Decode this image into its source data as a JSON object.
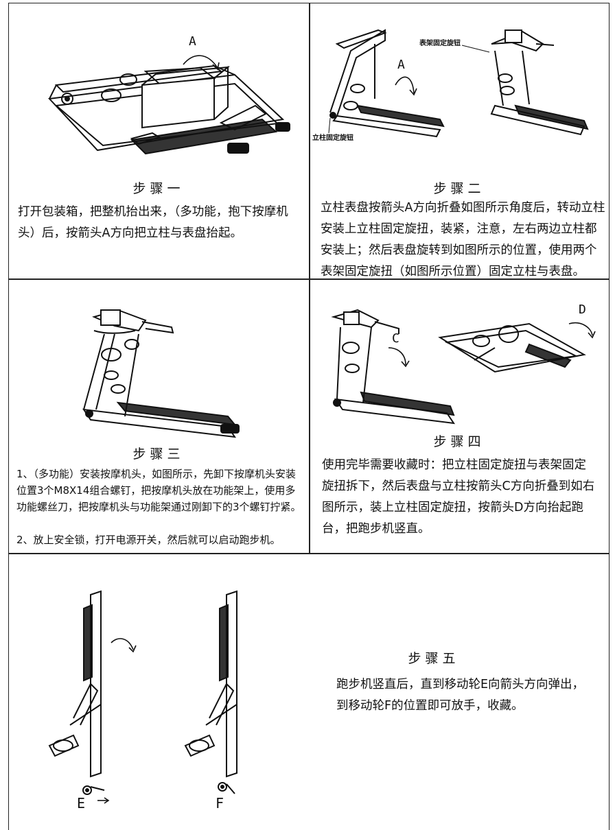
{
  "steps": {
    "step1": {
      "title": "步骤一",
      "text": "打开包装箱，把整机抬出来，（多功能，抱下按摩机头）后，按箭头A方向把立柱与表盘抬起。",
      "arrow_label": "A"
    },
    "step2": {
      "title": "步骤二",
      "text": "立柱表盘按箭头A方向折叠如图所示角度后，转动立柱安装上立柱固定旋扭，装紧，注意，左右两边立柱都安装上；然后表盘旋转到如图所示的位置，使用两个表架固定旋扭（如图所示位置）固定立柱与表盘。",
      "arrow_label": "A",
      "callout_console": "表架固定旋钮",
      "callout_column": "立柱固定旋钮"
    },
    "step3": {
      "title": "步骤三",
      "line1": "1、（多功能）安装按摩机头，如图所示，先卸下按摩机头安装位置3个M8X14组合螺钉，把按摩机头放在功能架上，使用多功能螺丝刀，把按摩机头与功能架通过刚卸下的3个螺钉拧紧。",
      "line2": "2、放上安全锁，打开电源开关，然后就可以启动跑步机。"
    },
    "step4": {
      "title": "步骤四",
      "text": "使用完毕需要收藏时：把立柱固定旋扭与表架固定旋扭拆下，然后表盘与立柱按箭头C方向折叠到如右图所示，装上立柱固定旋扭，按箭头D方向抬起跑台，把跑步机竖直。",
      "arrow_c": "C",
      "arrow_d": "D"
    },
    "step5": {
      "title": "步骤五",
      "text": "跑步机竖直后，直到移动轮E向箭头方向弹出，到移动轮F的位置即可放手，收藏。",
      "label_e": "E",
      "label_f": "F"
    }
  }
}
